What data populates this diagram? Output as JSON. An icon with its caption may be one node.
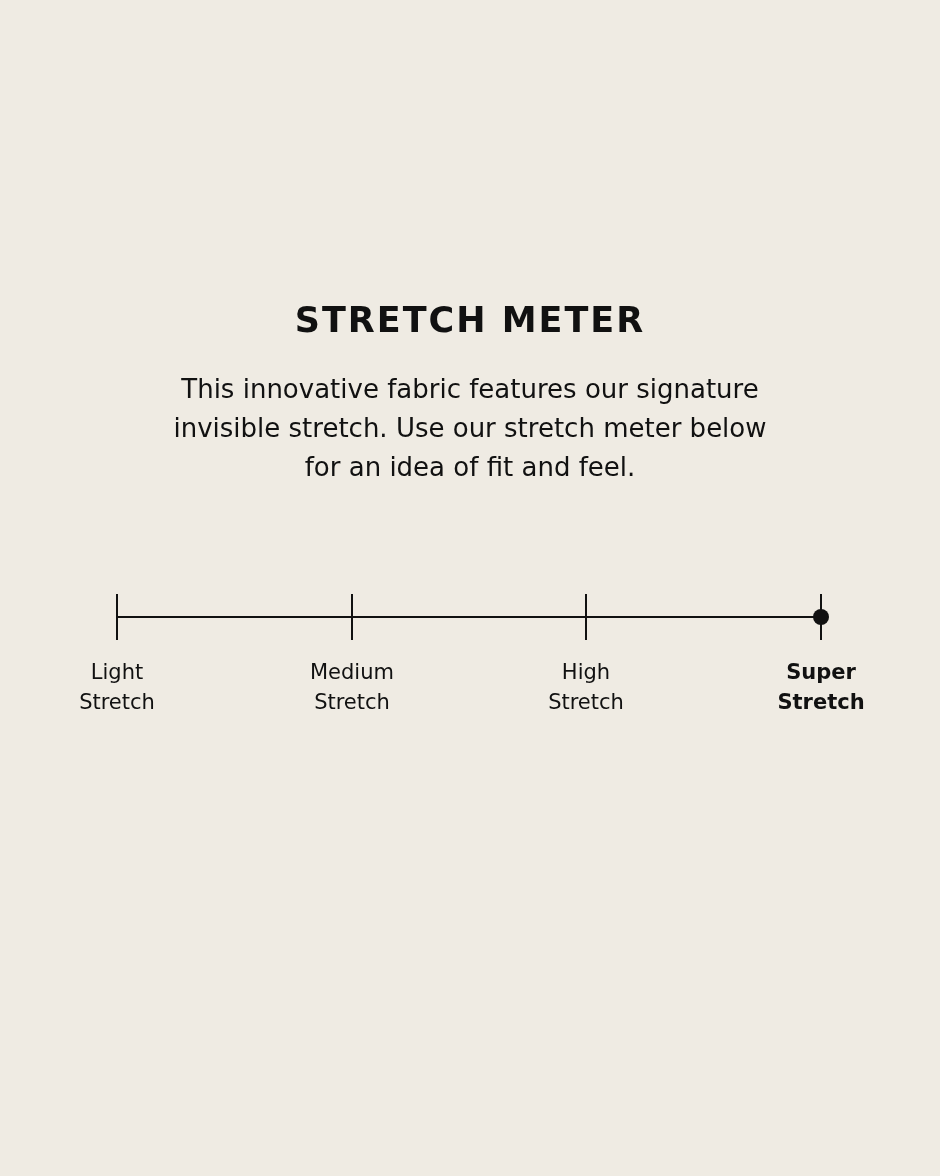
{
  "diagram": {
    "title": "STRETCH METER",
    "labels": [
      "This innovative fabric features our signature invisible stretch. Use our stretch meter below for an idea of fit and feel.",
      "Light Stretch",
      "Medium Stretch",
      "High Stretch",
      "Super Stretch"
    ]
  }
}
